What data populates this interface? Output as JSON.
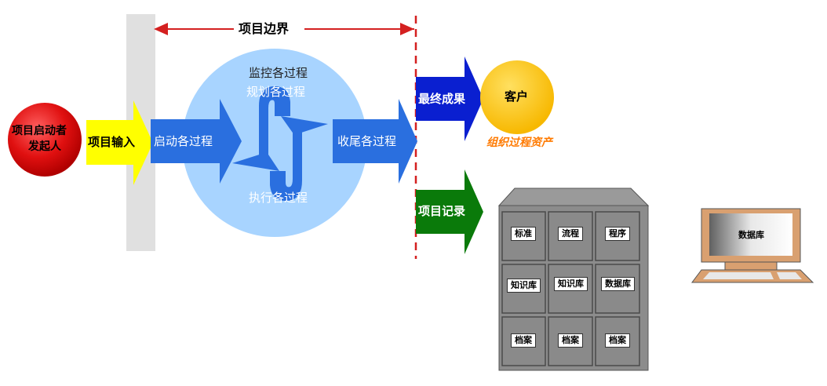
{
  "diagram": {
    "project_boundary": "项目边界",
    "initiator": "项目启动者\n发起人",
    "initiator_line1": "项目启动者",
    "initiator_line2": "发起人",
    "project_input": "项目输入",
    "process_monitor": "监控各过程",
    "process_plan": "规划各过程",
    "process_start": "启动各过程",
    "process_execute": "执行各过程",
    "process_close": "收尾各过程",
    "final_result": "最终成果",
    "customer": "客户",
    "org_assets": "组织过程资产",
    "project_records": "项目记录",
    "cabinet": {
      "drawers": [
        [
          "标准",
          "流程",
          "程序"
        ],
        [
          "知识库",
          "知识库",
          "数据库"
        ],
        [
          "档案",
          "档案",
          "档案"
        ]
      ]
    },
    "computer_screen": "数据库"
  },
  "colors": {
    "boundary_red": "#d42020",
    "gray_bar": "#e0e0e0",
    "yellow": "#ffff00",
    "blue_arrow": "#2a6fdf",
    "dark_blue": "#0a1fd0",
    "light_blue": "#a8d4ff",
    "green": "#0a7a0a",
    "red_circle": "#e01010",
    "customer_circle": "#ffc800",
    "orange_text": "#ff7a00",
    "cabinet": "#8c8c8c"
  }
}
